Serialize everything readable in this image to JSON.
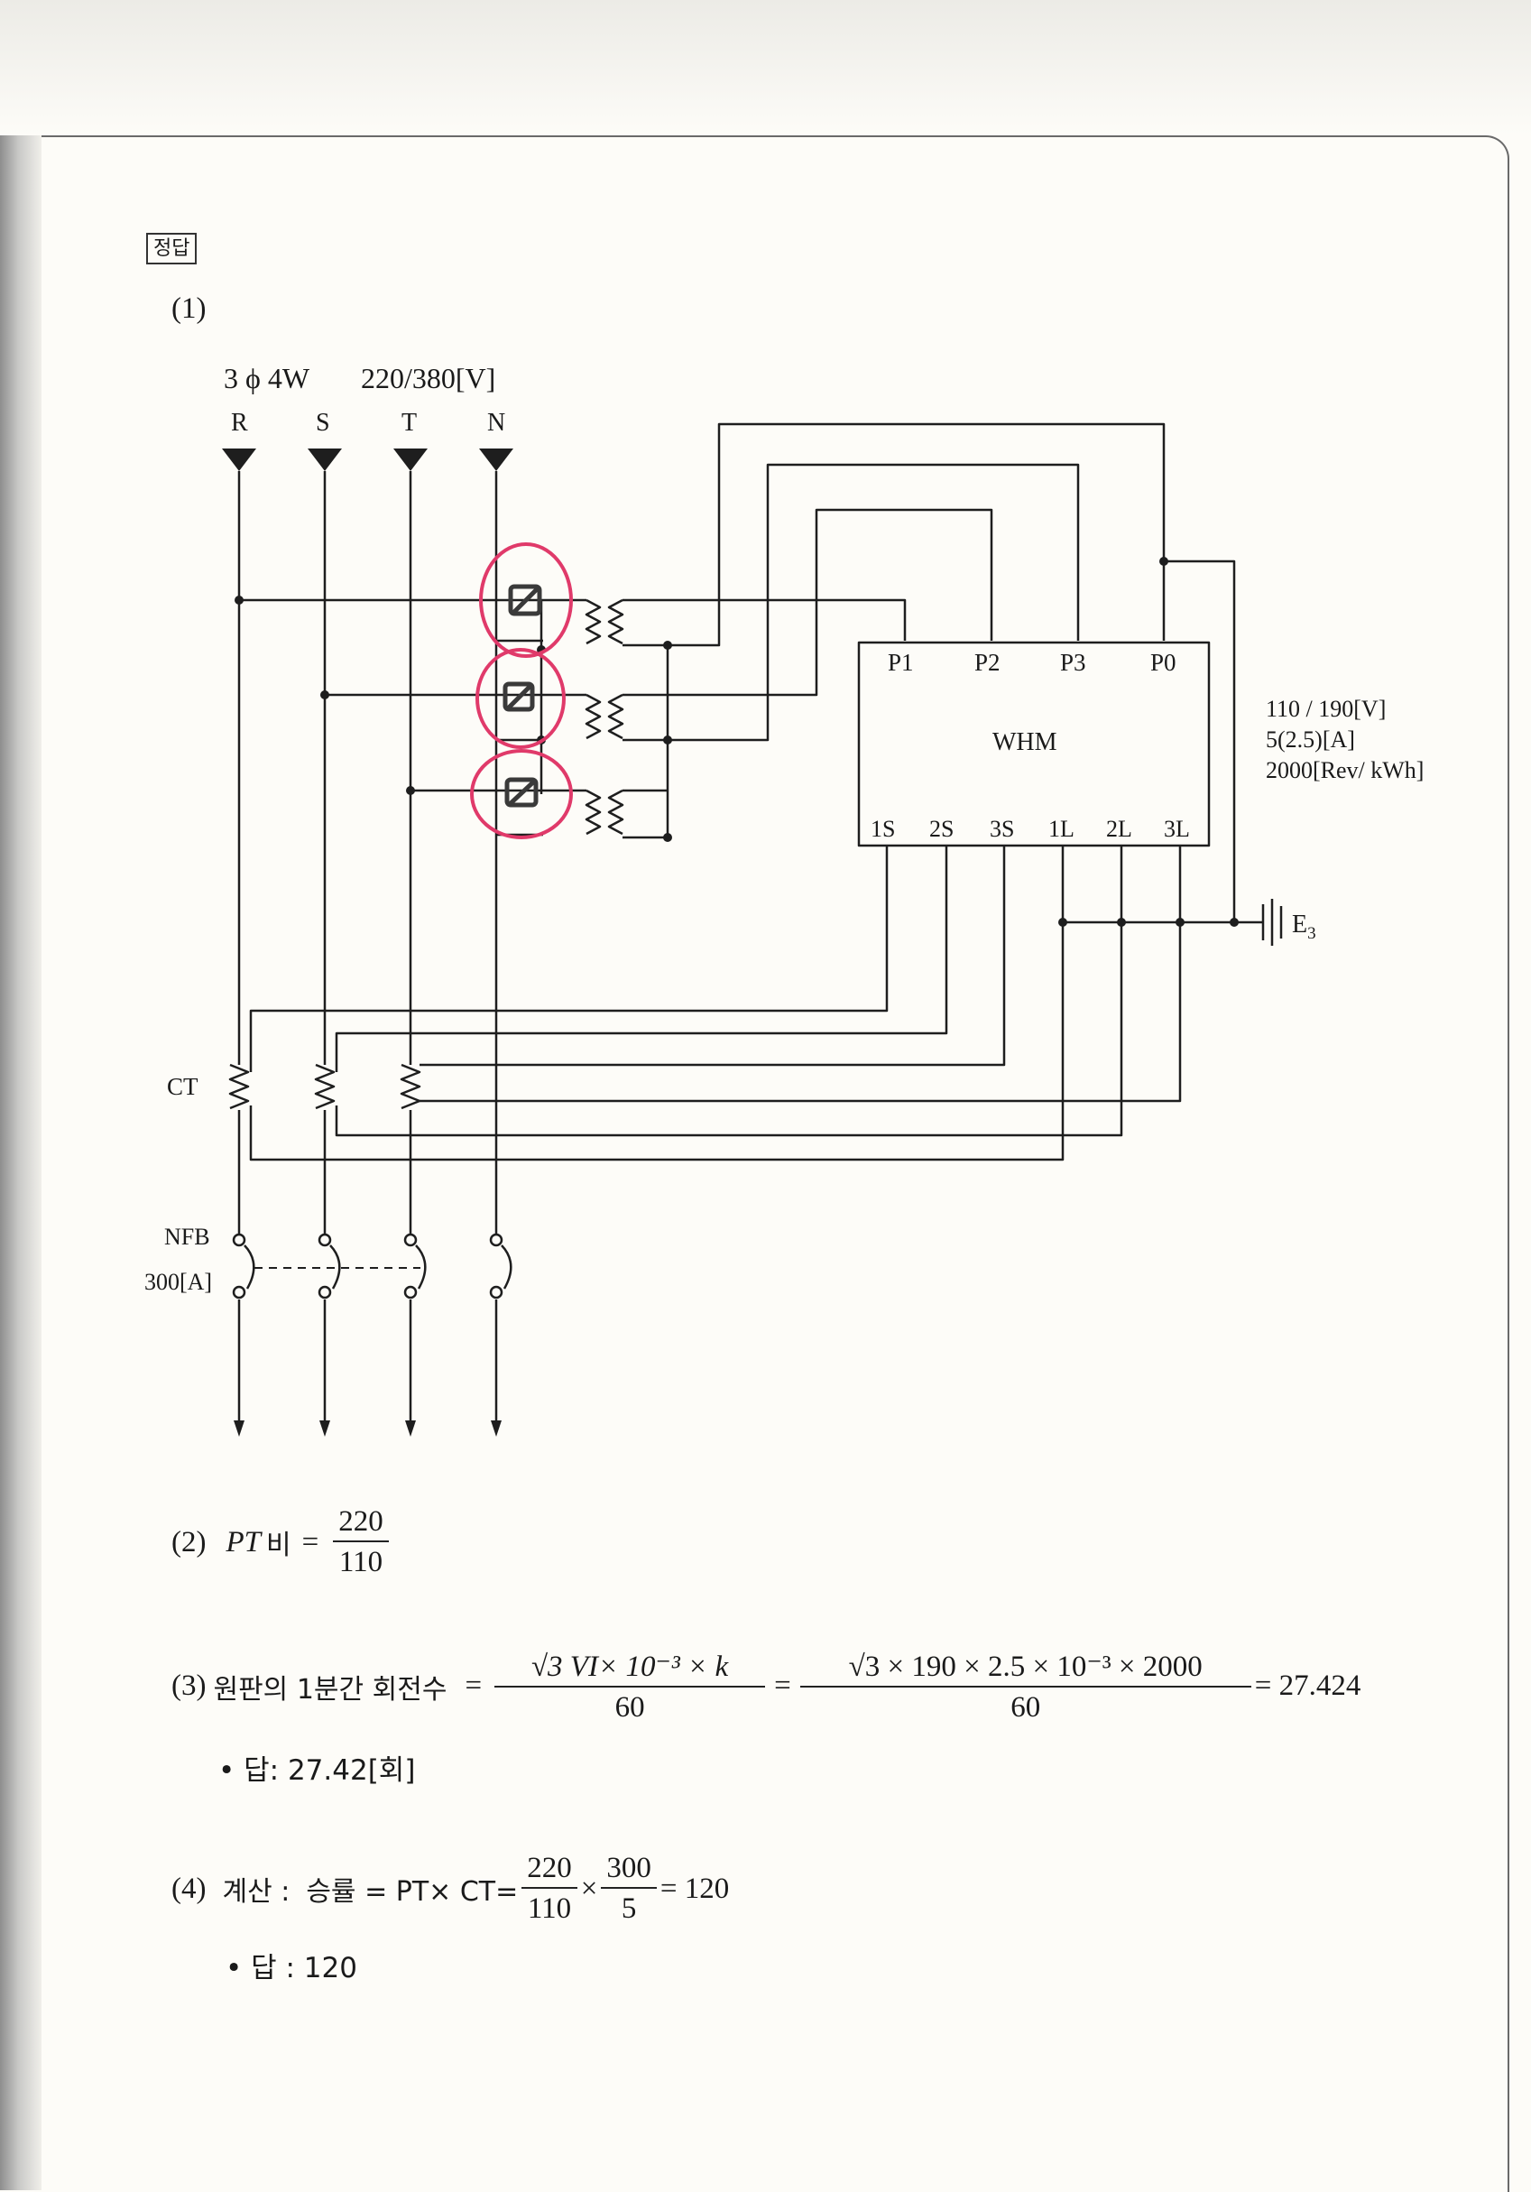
{
  "badge": "정답",
  "part1": {
    "number": "(1)",
    "system": "3 ϕ 4W",
    "voltage": "220/380[V]",
    "phases": [
      "R",
      "S",
      "T",
      "N"
    ],
    "meter": {
      "name": "WHM",
      "voltage_terminals": [
        "P1",
        "P2",
        "P3",
        "P0"
      ],
      "current_terminals": [
        "1S",
        "2S",
        "3S",
        "1L",
        "2L",
        "3L"
      ],
      "rating_voltage": "110 / 190[V]",
      "rating_current": "5(2.5)[A]",
      "rating_constant": "2000[Rev/ kWh]"
    },
    "ground": "E",
    "ground_sub": "3",
    "ct_label": "CT",
    "nfb_label": "NFB",
    "nfb_rating": "300[A]"
  },
  "part2": {
    "number": "(2)",
    "lhs": "PT",
    "lhs_ko": "비",
    "eq": "=",
    "num": "220",
    "den": "110"
  },
  "part3": {
    "number": "(3)",
    "label": "원판의 1분간 회전수",
    "eq1": "=",
    "f1_num": "√3 VI× 10⁻³ × k",
    "f1_den": "60",
    "eq2": "=",
    "f2_num": "√3 × 190 × 2.5 × 10⁻³ × 2000",
    "f2_den": "60",
    "result": "= 27.424",
    "answer": "• 답: 27.42[회]"
  },
  "part4": {
    "number": "(4)",
    "label": "계산 :",
    "expr": "승률 = PT× CT=",
    "f1_num": "220",
    "f1_den": "110",
    "times": "×",
    "f2_num": "300",
    "f2_den": "5",
    "result": "= 120",
    "answer": "• 답 : 120"
  }
}
